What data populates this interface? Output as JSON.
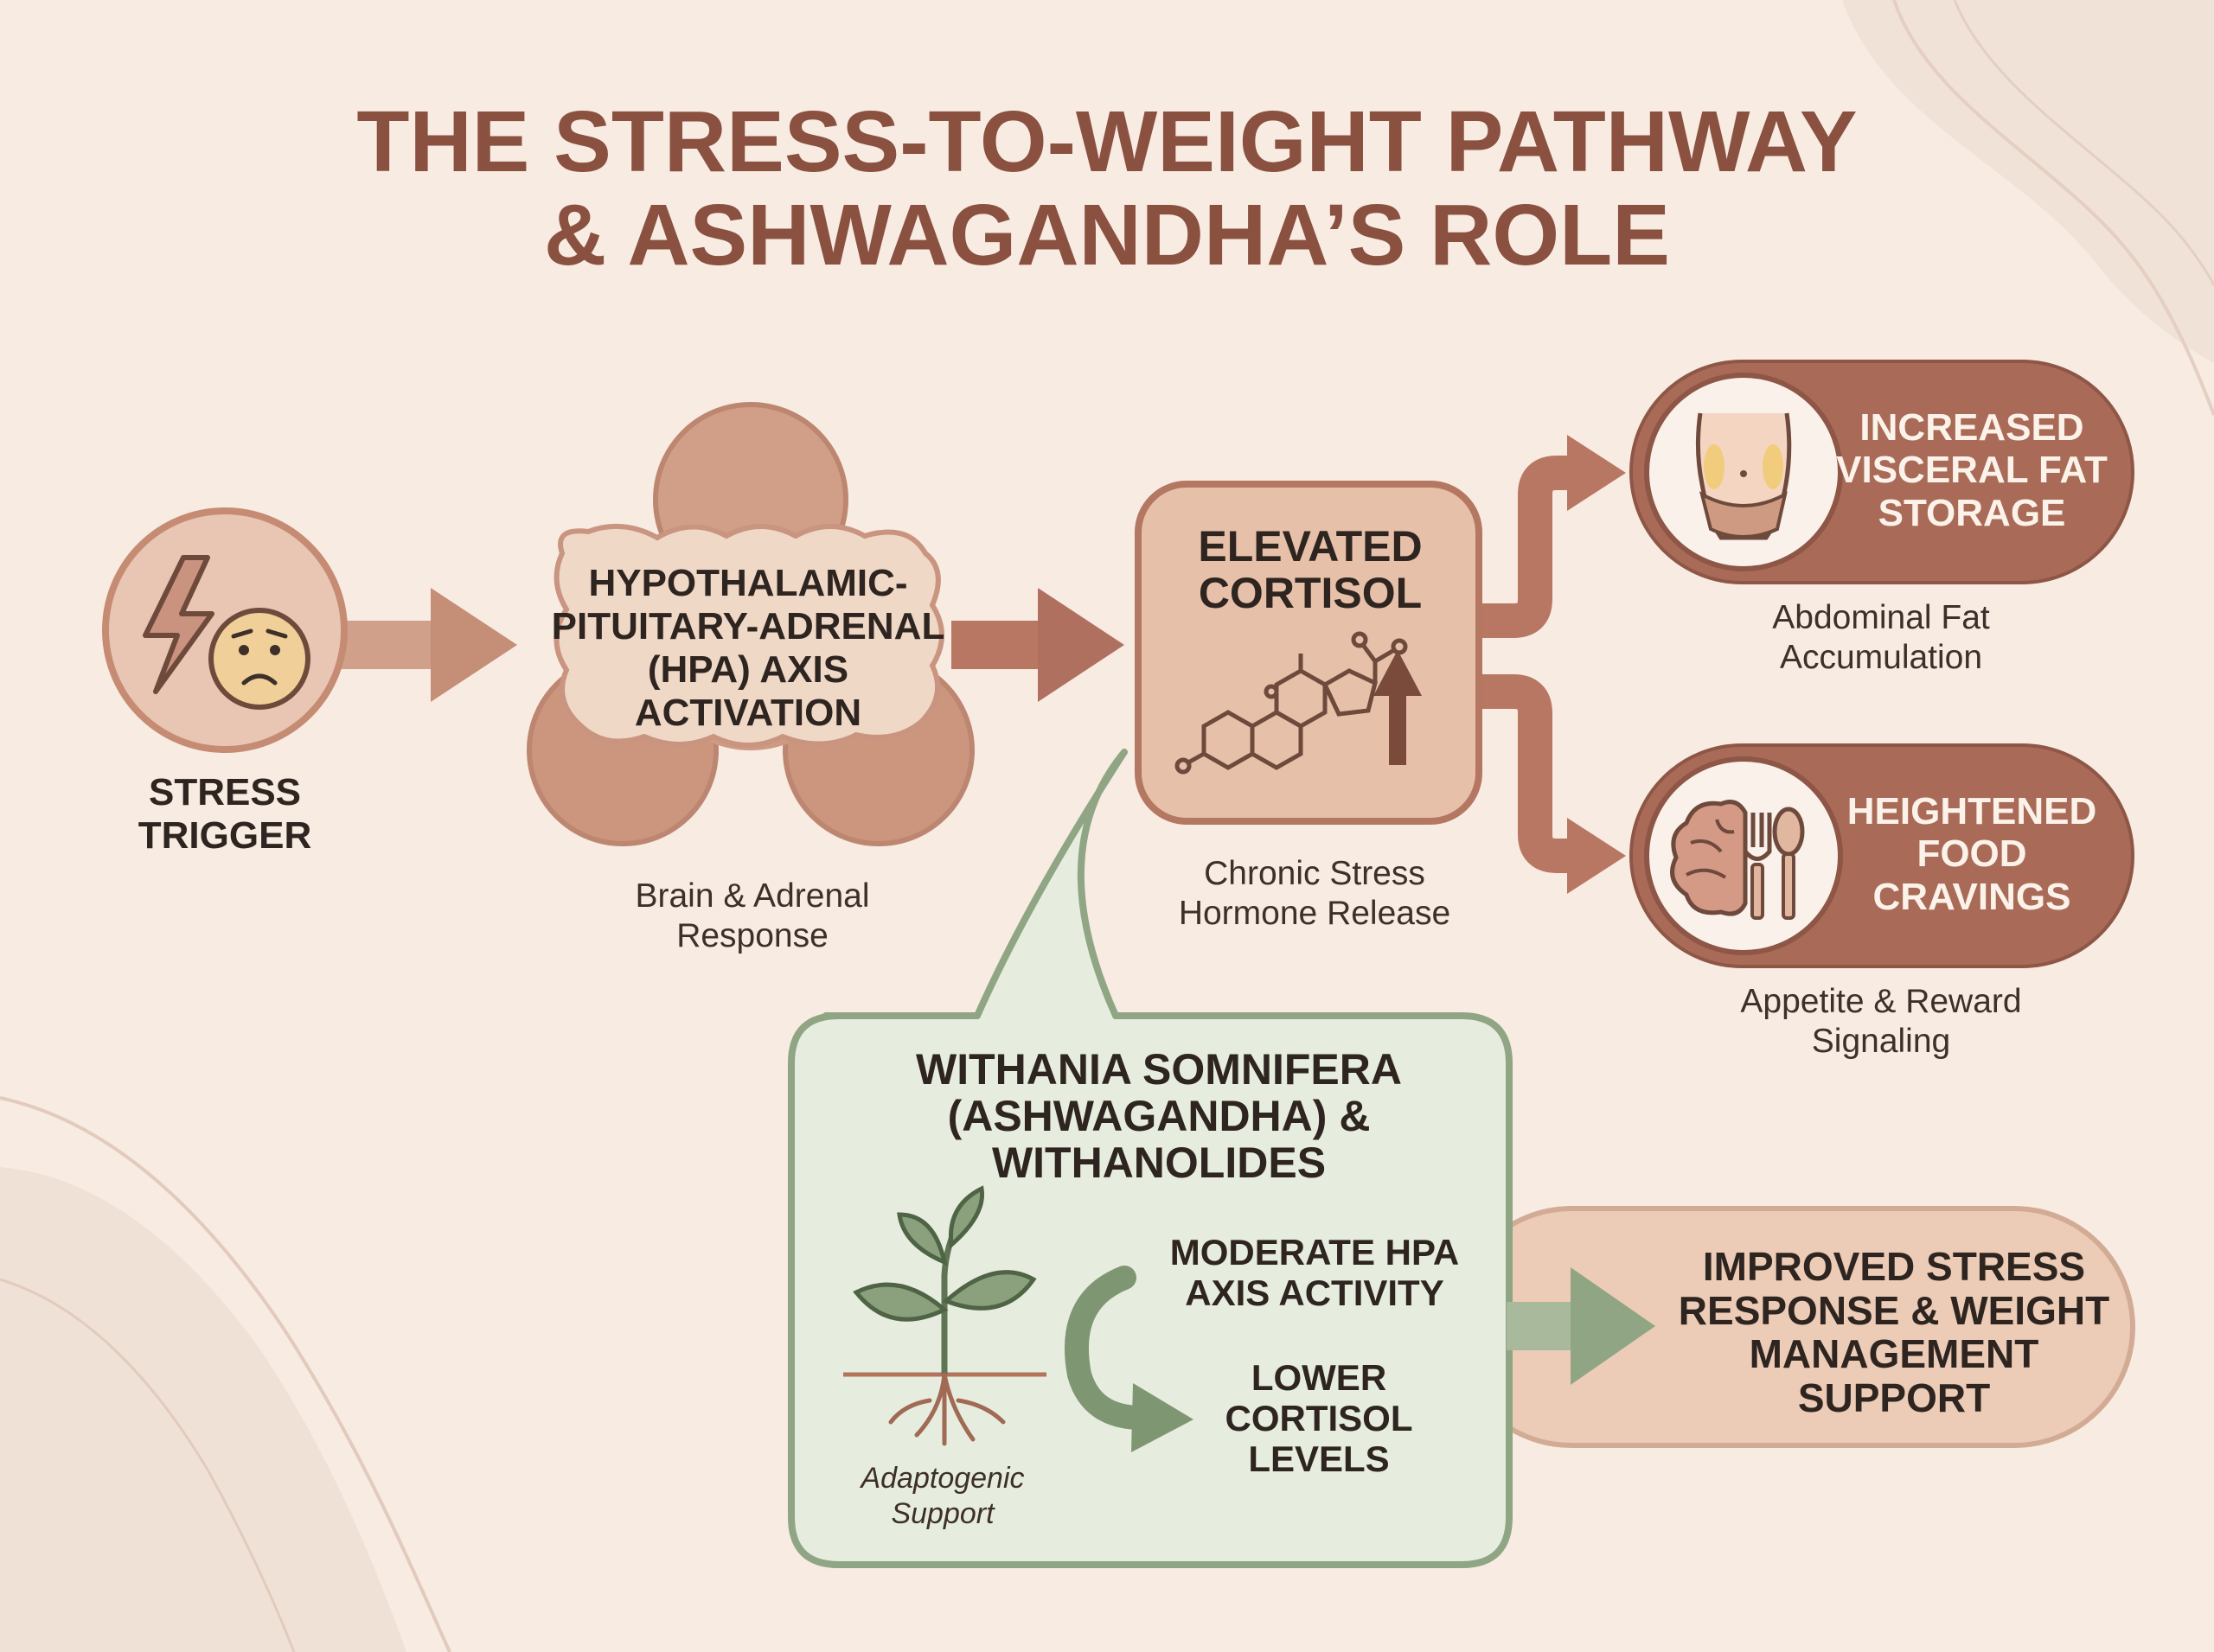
{
  "title": {
    "line1": "THE STRESS-TO-WEIGHT PATHWAY",
    "line2": "& ASHWAGANDHA’S ROLE"
  },
  "nodes": {
    "stress_trigger": {
      "label_line1": "STRESS",
      "label_line2": "TRIGGER"
    },
    "hpa_axis": {
      "label_line1": "HYPOTHALAMIC-",
      "label_line2": "PITUITARY-ADRENAL",
      "label_line3": "(HPA) AXIS",
      "label_line4": "ACTIVATION",
      "caption_line1": "Brain & Adrenal",
      "caption_line2": "Response"
    },
    "cortisol": {
      "label_line1": "ELEVATED",
      "label_line2": "CORTISOL",
      "caption_line1": "Chronic Stress",
      "caption_line2": "Hormone Release"
    },
    "visceral_fat": {
      "label_line1": "INCREASED",
      "label_line2": "VISCERAL FAT",
      "label_line3": "STORAGE",
      "caption_line1": "Abdominal Fat",
      "caption_line2": "Accumulation"
    },
    "cravings": {
      "label_line1": "HEIGHTENED",
      "label_line2": "FOOD",
      "label_line3": "CRAVINGS",
      "caption_line1": "Appetite & Reward",
      "caption_line2": "Signaling"
    },
    "ashwagandha": {
      "title_line1": "WITHANIA SOMNIFERA",
      "title_line2": "(ASHWAGANDHA) &",
      "title_line3": "WITHANOLIDES",
      "effect1_line1": "MODERATE HPA",
      "effect1_line2": "AXIS ACTIVITY",
      "effect2_line1": "LOWER",
      "effect2_line2": "CORTISOL",
      "effect2_line3": "LEVELS",
      "caption_line1": "Adaptogenic",
      "caption_line2": "Support"
    },
    "outcome": {
      "label_line1": "IMPROVED STRESS",
      "label_line2": "RESPONSE & WEIGHT",
      "label_line3": "MANAGEMENT",
      "label_line4": "SUPPORT"
    }
  },
  "icons": {
    "stress": [
      "lightning-bolt-icon",
      "worried-face-icon"
    ],
    "cortisol": [
      "steroid-molecule-icon",
      "up-arrow-icon"
    ],
    "visceral_fat": "abdomen-icon",
    "cravings": [
      "brain-icon",
      "fork-icon",
      "spoon-icon"
    ],
    "ashwagandha": [
      "plant-roots-icon",
      "curved-arrow-icon"
    ]
  },
  "colors": {
    "background": "#f8ebe2",
    "title": "#8a5040",
    "brown_node": "#a96b57",
    "light_node": "#e8c2ac",
    "arrow": "#c48e77",
    "green_panel": "#e6eddf",
    "green_border": "#8fa583"
  }
}
